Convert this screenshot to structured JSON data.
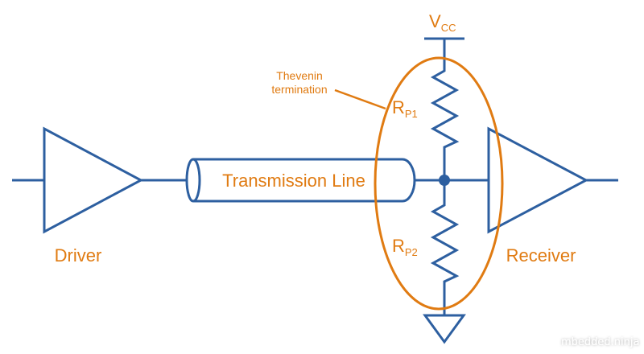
{
  "labels": {
    "vcc_main": "V",
    "vcc_sub": "CC",
    "thevenin_line1": "Thevenin",
    "thevenin_line2": "termination",
    "rp1_main": "R",
    "rp1_sub": "P1",
    "rp2_main": "R",
    "rp2_sub": "P2",
    "transmission_line": "Transmission Line",
    "driver": "Driver",
    "receiver": "Receiver"
  },
  "watermark": "mbedded.ninja",
  "colors": {
    "wire": "#2d5fa0",
    "annotation": "#e07b12"
  }
}
